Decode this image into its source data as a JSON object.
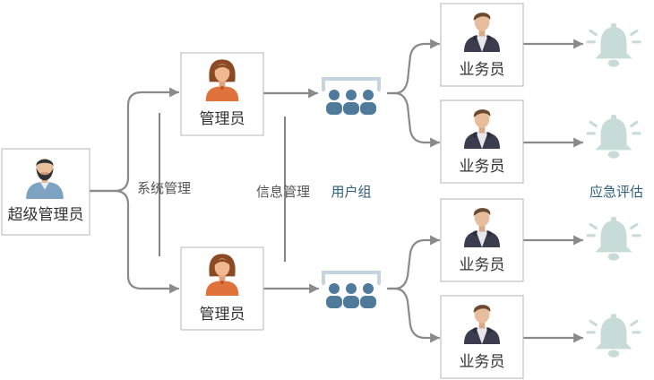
{
  "nodes": {
    "super_admin": "超级管理员",
    "admin_top": "管理员",
    "admin_bottom": "管理员",
    "staff_1": "业务员",
    "staff_2": "业务员",
    "staff_3": "业务员",
    "staff_4": "业务员"
  },
  "edge_labels": {
    "system_management": "系统管理",
    "info_management": "信息管理"
  },
  "group_labels": {
    "user_group": "用户组",
    "emergency_evaluation": "应急评估"
  },
  "icons": {
    "super_admin": "bearded-man-avatar-icon",
    "admin": "woman-avatar-icon",
    "staff": "man-hoodie-avatar-icon",
    "group": "user-group-icon",
    "alert": "alarm-bell-icon"
  },
  "colors": {
    "arrow": "#8a8a8a",
    "group_icon": "#4f7a9a",
    "group_bracket": "#c5d4de",
    "bell": "#c7dbd9",
    "label_blue": "#2f5f7a"
  }
}
